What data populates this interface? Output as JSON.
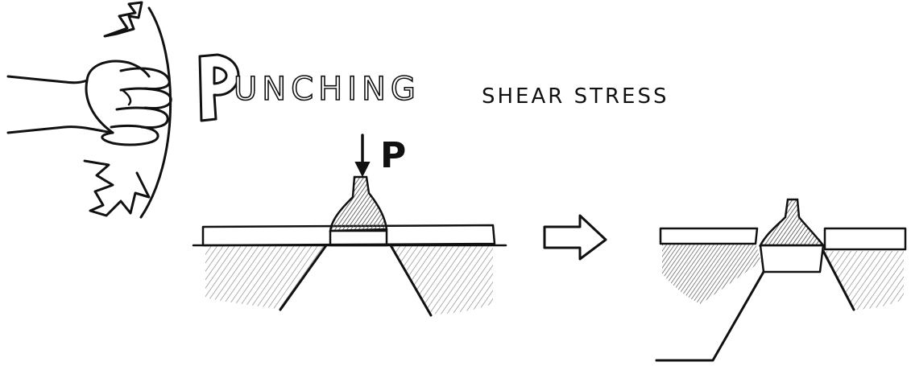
{
  "title": {
    "initial": "P",
    "rest": "UNCHING",
    "subtitle": "SHEAR STRESS"
  },
  "load_label": "P"
}
